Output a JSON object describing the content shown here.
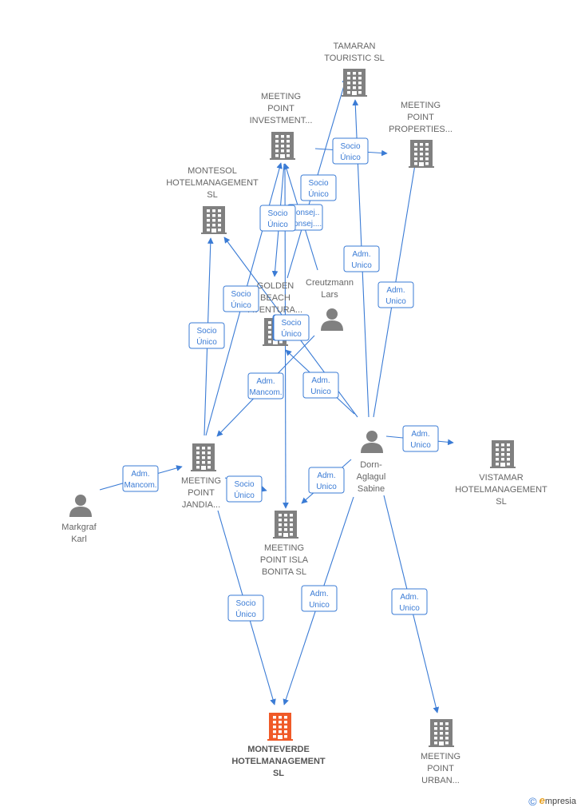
{
  "nodes": [
    {
      "id": "tamaran",
      "type": "company",
      "lines": [
        "TAMARAN",
        "TOURISTIC  SL"
      ],
      "color": "#808080"
    },
    {
      "id": "mp_investment",
      "type": "company",
      "lines": [
        "MEETING",
        "POINT",
        "INVESTMENT..."
      ],
      "color": "#808080"
    },
    {
      "id": "mp_properties",
      "type": "company",
      "lines": [
        "MEETING",
        "POINT",
        "PROPERTIES..."
      ],
      "color": "#808080"
    },
    {
      "id": "montesol",
      "type": "company",
      "lines": [
        "MONTESOL",
        "HOTELMANAGEMENT",
        "SL"
      ],
      "color": "#808080"
    },
    {
      "id": "golden_beach",
      "type": "company",
      "lines": [
        "GOLDEN",
        "BEACH",
        "AVENTURA..."
      ],
      "color": "#808080"
    },
    {
      "id": "creutzmann",
      "type": "person",
      "lines": [
        "Creutzmann",
        "Lars"
      ],
      "color": "#808080"
    },
    {
      "id": "mp_jandia",
      "type": "company",
      "lines": [
        "MEETING",
        "POINT",
        "JANDIA..."
      ],
      "color": "#808080"
    },
    {
      "id": "dorn",
      "type": "person",
      "lines": [
        "Dorn-",
        "Aglagul",
        "Sabine"
      ],
      "color": "#808080"
    },
    {
      "id": "vistamar",
      "type": "company",
      "lines": [
        "VISTAMAR",
        "HOTELMANAGEMENT",
        "SL"
      ],
      "color": "#808080"
    },
    {
      "id": "markgraf",
      "type": "person",
      "lines": [
        "Markgraf",
        "Karl"
      ],
      "color": "#808080"
    },
    {
      "id": "mp_isla",
      "type": "company",
      "lines": [
        "MEETING",
        "POINT ISLA",
        "BONITA  SL"
      ],
      "color": "#808080"
    },
    {
      "id": "monteverde",
      "type": "company",
      "lines": [
        "MONTEVERDE",
        "HOTELMANAGEMENT",
        "SL"
      ],
      "color": "#f05a28",
      "focus": true
    },
    {
      "id": "mp_urban",
      "type": "company",
      "lines": [
        "MEETING",
        "POINT",
        "URBAN..."
      ],
      "color": "#808080"
    }
  ],
  "edges": [
    {
      "from": "mp_investment",
      "to": "mp_properties",
      "label": [
        "Socio",
        "Único"
      ]
    },
    {
      "from": "golden_beach",
      "to": "tamaran",
      "label": [
        "Socio",
        "Único"
      ]
    },
    {
      "from": "creutzmann",
      "to": "mp_investment",
      "label": [
        "Consej..",
        "Consej...."
      ]
    },
    {
      "from": "mp_investment",
      "to": "golden_beach",
      "label": [
        "Socio",
        "Único"
      ]
    },
    {
      "from": "dorn",
      "to": "tamaran",
      "label": [
        "Adm.",
        "Unico"
      ]
    },
    {
      "from": "dorn",
      "to": "mp_properties",
      "label": [
        "Adm.",
        "Unico"
      ]
    },
    {
      "from": "mp_jandia",
      "to": "mp_investment",
      "label": [
        "Socio",
        "Único"
      ]
    },
    {
      "from": "mp_jandia",
      "to": "montesol",
      "label": [
        "Socio",
        "Único"
      ]
    },
    {
      "from": "dorn",
      "to": "montesol",
      "label": [
        "Adm.",
        "Unico"
      ]
    },
    {
      "from": "dorn",
      "to": "golden_beach",
      "label": [
        "Adm.",
        "Unico"
      ]
    },
    {
      "from": "creutzmann",
      "to": "mp_jandia",
      "label": [
        "Adm.",
        "Mancom."
      ]
    },
    {
      "from": "dorn",
      "to": "vistamar",
      "label": [
        "Adm.",
        "Unico"
      ]
    },
    {
      "from": "markgraf",
      "to": "mp_jandia",
      "label": [
        "Adm.",
        "Mancom."
      ]
    },
    {
      "from": "mp_jandia",
      "to": "mp_isla",
      "label": [
        "Socio",
        "Único"
      ]
    },
    {
      "from": "dorn",
      "to": "mp_isla",
      "label": [
        "Adm.",
        "Unico"
      ]
    },
    {
      "from": "mp_investment",
      "to": "mp_isla",
      "label": [
        "Socio",
        "Único"
      ]
    },
    {
      "from": "mp_jandia",
      "to": "monteverde",
      "label": [
        "Socio",
        "Único"
      ]
    },
    {
      "from": "dorn",
      "to": "monteverde",
      "label": [
        "Adm.",
        "Unico"
      ]
    },
    {
      "from": "dorn",
      "to": "mp_urban",
      "label": [
        "Adm.",
        "Unico"
      ]
    }
  ],
  "footer": {
    "copyright": "©",
    "brand_initial": "e",
    "brand_rest": "mpresia"
  }
}
